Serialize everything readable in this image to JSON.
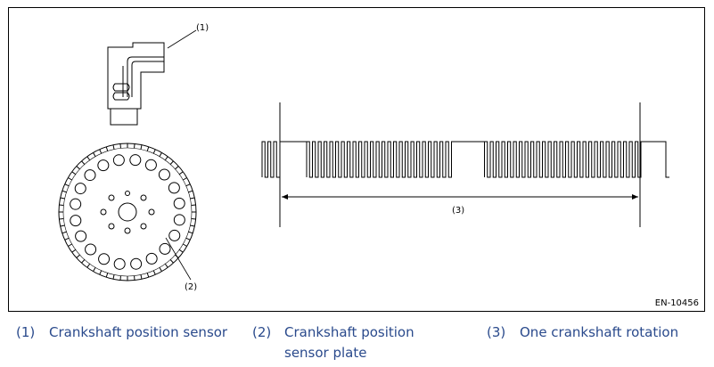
{
  "figure": {
    "id": "EN-10456",
    "callouts": {
      "c1": "(1)",
      "c2": "(2)",
      "c3": "(3)"
    }
  },
  "legend": [
    {
      "num": "(1)",
      "text": "Crankshaft position sensor"
    },
    {
      "num": "(2)",
      "text": "Crankshaft position sensor plate"
    },
    {
      "num": "(3)",
      "text": "One crankshaft rotation"
    }
  ],
  "colors": {
    "legend_text": "#2a4a8c",
    "line": "#000000"
  }
}
